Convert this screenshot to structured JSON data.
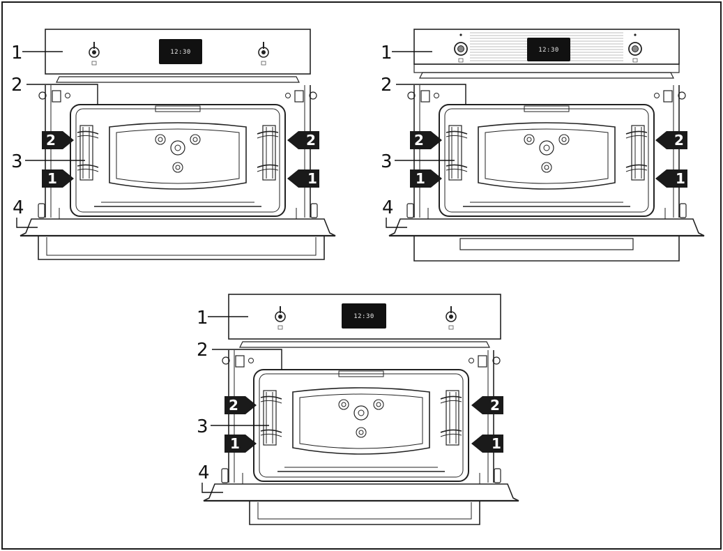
{
  "diagram": {
    "display_time": "12:30",
    "callouts": {
      "control_panel": "1",
      "cavity": "2",
      "side_racks": "3",
      "door": "4"
    },
    "shelf_levels": {
      "upper": "2",
      "lower": "1"
    }
  }
}
